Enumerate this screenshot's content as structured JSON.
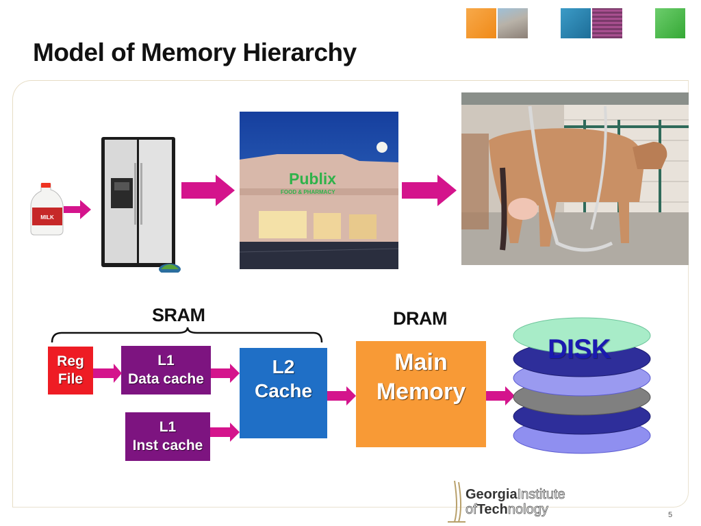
{
  "slide": {
    "title": "Model of Memory Hierarchy",
    "page_number": "5"
  },
  "labels": {
    "sram": "SRAM",
    "dram": "DRAM"
  },
  "boxes": {
    "reg_file": [
      "Reg",
      "File"
    ],
    "l1_data": [
      "L1",
      "Data cache"
    ],
    "l1_inst": [
      "L1",
      "Inst cache"
    ],
    "l2": [
      "L2",
      "Cache"
    ],
    "main_memory": [
      "Main",
      "Memory"
    ],
    "disk": "DISK"
  },
  "images": {
    "milk_label": "MILK",
    "store_sign": "Publix",
    "store_subsign": "FOOD & PHARMACY"
  },
  "logo": {
    "line1_bold": "Georgia",
    "line1_light": "Institute",
    "line2_light1": "of",
    "line2_bold": "Tech",
    "line2_light2": "nology"
  },
  "colors": {
    "arrow": "#d4148c",
    "reg_file": "#ee1c24",
    "l1": "#7d1480",
    "l2": "#1f6fc6",
    "main_memory": "#f89a36",
    "disk_text": "#1a1ab0"
  }
}
